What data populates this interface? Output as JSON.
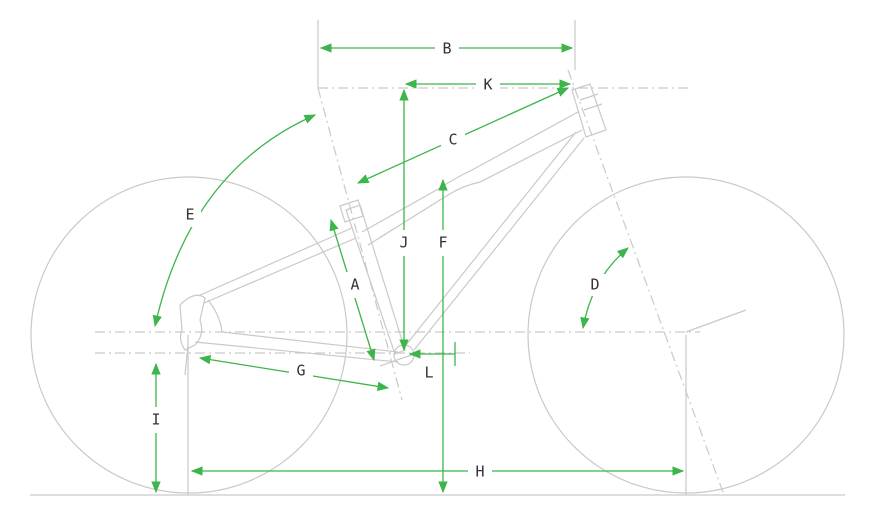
{
  "diagram": {
    "title": "Bike frame geometry",
    "colors": {
      "dimension": "#3cb54a",
      "frame": "#c9c9c9",
      "label": "#333333"
    },
    "labels": {
      "A": "A",
      "B": "B",
      "C": "C",
      "D": "D",
      "E": "E",
      "F": "F",
      "G": "G",
      "H": "H",
      "I": "I",
      "J": "J",
      "K": "K",
      "L": "L"
    }
  }
}
